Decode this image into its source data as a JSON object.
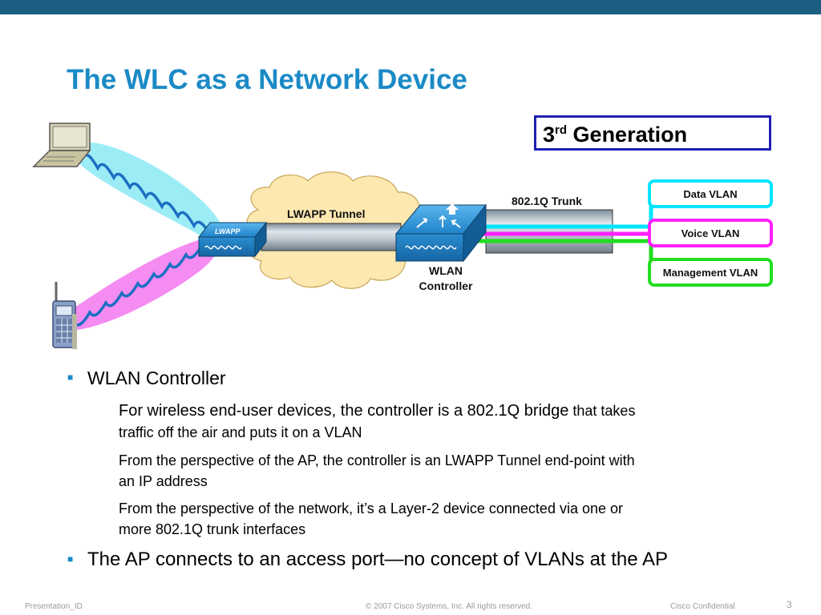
{
  "slide": {
    "title": "The WLC as a Network Device",
    "generation": {
      "number": "3",
      "suffix": "rd",
      "word": "Generation"
    }
  },
  "diagram": {
    "tunnel_label": "LWAPP Tunnel",
    "ap_label": "LWAPP",
    "trunk_label": "802.1Q Trunk",
    "controller_label_line1": "WLAN",
    "controller_label_line2": "Controller",
    "vlans": [
      {
        "label": "Data VLAN",
        "color": "#00e5ff"
      },
      {
        "label": "Voice VLAN",
        "color": "#ff22ff"
      },
      {
        "label": "Management VLAN",
        "color": "#22dd22"
      }
    ]
  },
  "bullets": [
    {
      "text": "WLAN Controller",
      "sub": [
        {
          "main": "For wireless end-user devices, the controller is a 802.1Q bridge",
          "small": " that takes",
          "rest": "traffic off the air and puts it on a VLAN"
        },
        {
          "line1": "From the perspective of the AP, the controller is an LWAPP Tunnel end-point with",
          "line2": "an IP address"
        },
        {
          "line1": "From the perspective of the network, it’s a Layer-2 device connected via one or",
          "line2": "more 802.1Q trunk interfaces"
        }
      ]
    },
    {
      "text": "The AP connects to an access port—no concept of VLANs at the AP"
    }
  ],
  "footer": {
    "left": "Presentation_ID",
    "center": "© 2007 Cisco Systems, Inc. All rights reserved.",
    "right": "Cisco Confidential",
    "page": "3"
  },
  "colors": {
    "title": "#1b8ac6",
    "topbar": "#1a5f82",
    "box_border": "#1f1fb5",
    "cloud": "#fde8b0",
    "device": "#2a8ed1"
  }
}
